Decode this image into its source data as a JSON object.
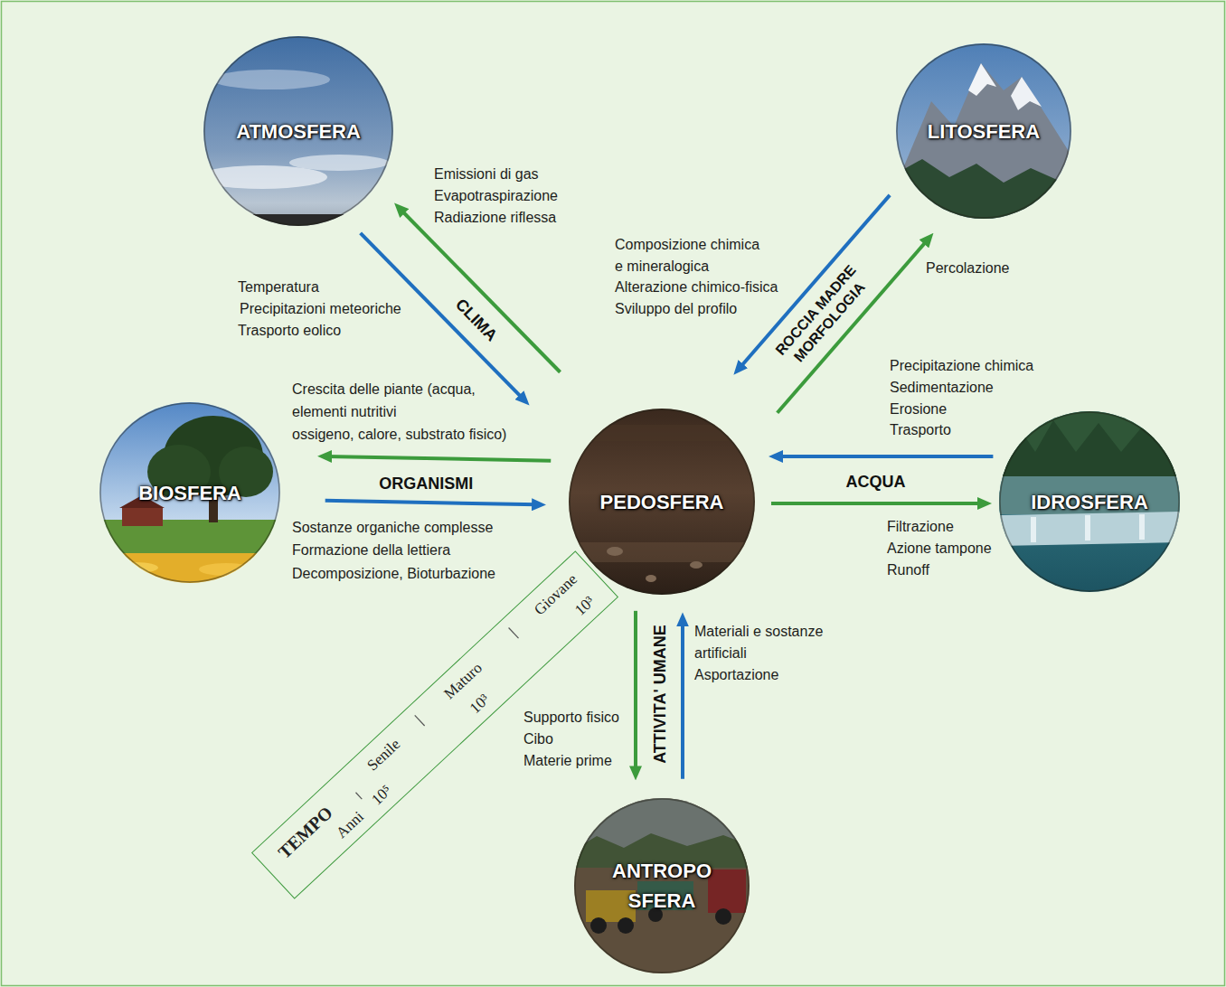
{
  "diagram": {
    "nodes": [
      {
        "text": [
          "ATMOSFERA"
        ]
      },
      {
        "text": [
          "LITOSFERA"
        ]
      },
      {
        "text": [
          "BIOSFERA"
        ]
      },
      {
        "text": [
          "PEDOSFERA"
        ]
      },
      {
        "text": [
          "IDROSFERA"
        ]
      },
      {
        "text": [
          "TEMPO",
          "Senile",
          "Maturo",
          "Giovane",
          "Anni",
          "10⁵",
          "10³",
          "10³"
        ]
      },
      {
        "text": [
          "ANTROPO SFERA"
        ]
      }
    ],
    "edges": [
      {
        "from": 3,
        "to": 0,
        "arrow": "to"
      },
      {
        "from": 0,
        "to": 3,
        "arrow": "to",
        "label": "CLIMA"
      },
      {
        "from": 1,
        "to": 3,
        "arrow": "to",
        "label": "ROCCIA MADRE MORFOLOGIA"
      },
      {
        "from": 3,
        "to": 1,
        "arrow": "to"
      },
      {
        "from": 3,
        "to": 2,
        "arrow": "to"
      },
      {
        "from": 2,
        "to": 3,
        "arrow": "to",
        "label": "ORGANISMI"
      },
      {
        "from": 4,
        "to": 3,
        "arrow": "to",
        "label": "ACQUA"
      },
      {
        "from": 3,
        "to": 4,
        "arrow": "to"
      },
      {
        "from": 3,
        "to": 6,
        "arrow": "to",
        "label": "ATTIVITA' UMANE"
      },
      {
        "from": 6,
        "to": 3,
        "arrow": "to"
      }
    ],
    "labels": [
      "Emissioni di gas",
      "Evapotraspirazione",
      "Radiazione riflessa",
      "Temperatura",
      "Precipitazioni meteoriche",
      "Trasporto eolico",
      "Composizione chimica",
      "e mineralogica",
      "Alterazione chimico-fisica",
      "Sviluppo del profilo",
      "Percolazione",
      "Crescita delle piante (acqua,",
      "elementi nutritivi",
      "ossigeno, calore, substrato fisico)",
      "Precipitazione chimica",
      "Sedimentazione",
      "Erosione",
      "Trasporto",
      "Sostanze organiche complesse",
      "Formazione della lettiera",
      "Decomposizione, Bioturbazione",
      "Filtrazione",
      "Azione tampone",
      "Runoff",
      "Materiali e sostanze",
      "artificiali",
      "Asportazione",
      "Supporto fisico",
      "Cibo",
      "Materie prime"
    ]
  }
}
